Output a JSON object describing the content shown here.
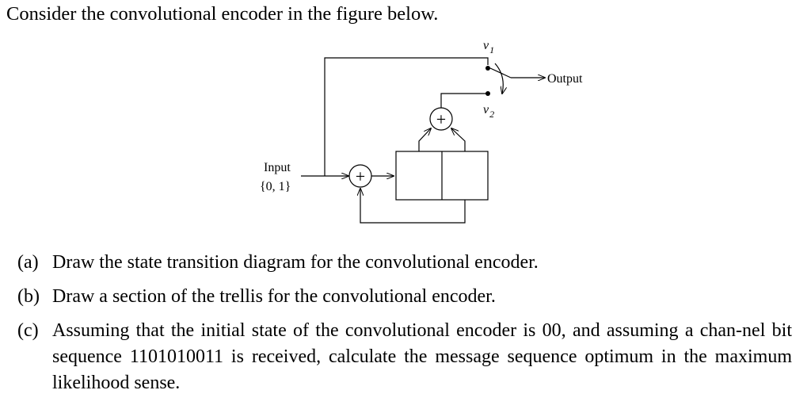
{
  "intro": "Consider the convolutional encoder in the figure below.",
  "figure": {
    "v1": "v",
    "v1_sub": "1",
    "v2": "v",
    "v2_sub": "2",
    "output_label": "Output",
    "input_label": "Input",
    "input_set": "{0, 1}",
    "adder_symbol": "+"
  },
  "questions": [
    {
      "label": "(a)",
      "text": "Draw the state transition diagram for the convolutional encoder."
    },
    {
      "label": "(b)",
      "text": "Draw a section of the trellis for the convolutional encoder."
    },
    {
      "label": "(c)",
      "text": "Assuming that the initial state of the convolutional encoder is 00, and assuming a chan-nel bit sequence 1101010011 is received, calculate the message sequence optimum in the maximum likelihood sense."
    }
  ]
}
